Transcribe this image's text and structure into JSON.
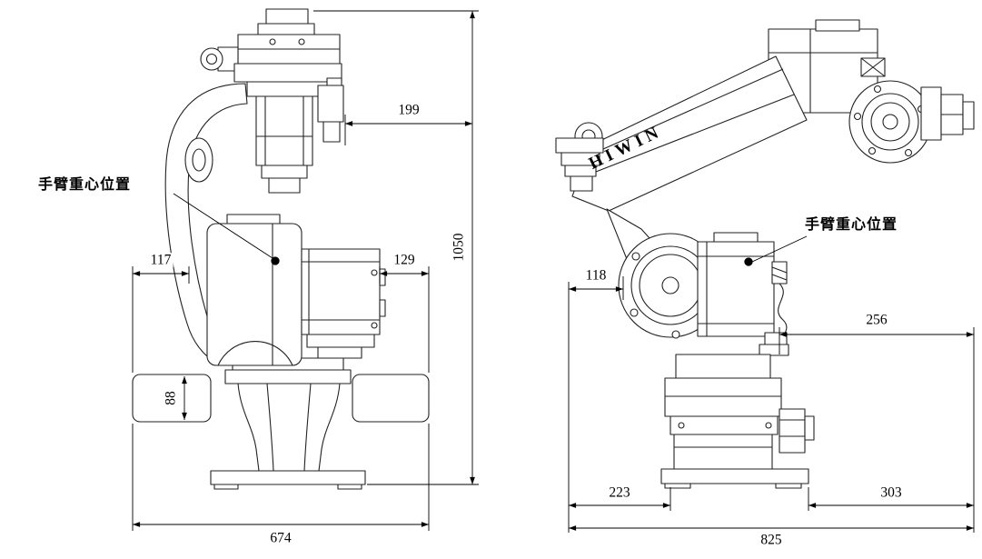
{
  "drawing": {
    "type": "robot-arm-dimension-drawing",
    "colors": {
      "line": "#1e1e1e",
      "dimension_line": "#000000",
      "text": "#000000",
      "background": "#ffffff"
    }
  },
  "left_view": {
    "cog_label": "手臂重心位置",
    "dims": {
      "d199": "199",
      "d1050": "1050",
      "d117": "117",
      "d129": "129",
      "d88": "88",
      "d674": "674"
    }
  },
  "right_view": {
    "brand": "HIWIN",
    "cog_label": "手臂重心位置",
    "dims": {
      "d118": "118",
      "d256": "256",
      "d223": "223",
      "d303": "303",
      "d825": "825"
    }
  }
}
